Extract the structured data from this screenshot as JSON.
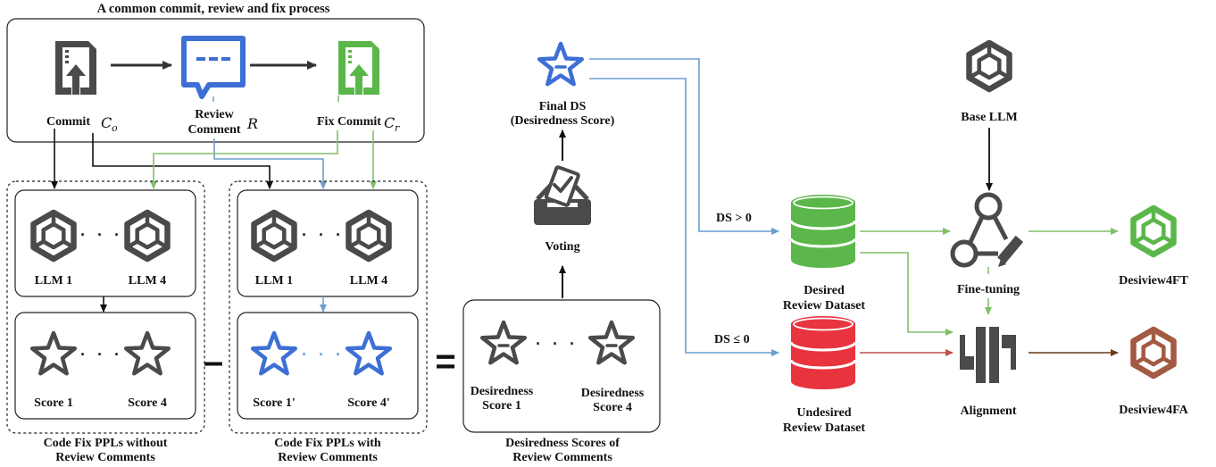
{
  "commit_process": {
    "title": "A common commit, review and fix process",
    "commit_label": "Commit",
    "commit_symbol": "C",
    "commit_sub": "o",
    "review_label_1": "Review",
    "review_label_2": "Comment",
    "review_symbol": "R",
    "fix_label": "Fix Commit",
    "fix_symbol": "C",
    "fix_sub": "r"
  },
  "ppl_without": {
    "llm_first": "LLM 1",
    "llm_last": "LLM 4",
    "score_first": "Score 1",
    "score_last": "Score 4",
    "caption_1": "Code Fix PPLs without",
    "caption_2": "Review Comments",
    "dots": "· · ·"
  },
  "ppl_with": {
    "llm_first": "LLM 1",
    "llm_last": "LLM 4",
    "score_first": "Score 1'",
    "score_last": "Score 4'",
    "caption_1": "Code Fix PPLs with",
    "caption_2": "Review Comments",
    "dots": "· · ·"
  },
  "operators": {
    "minus": "–",
    "equals": "="
  },
  "desiredness": {
    "score_first_1": "Desiredness",
    "score_first_2": "Score 1",
    "score_last_1": "Desiredness",
    "score_last_2": "Score 4",
    "caption_1": "Desiredness Scores of",
    "caption_2": "Review Comments",
    "dots": "· · ·"
  },
  "voting": {
    "label": "Voting"
  },
  "final_ds": {
    "label_1": "Final  DS",
    "label_2": "(Desiredness Score)"
  },
  "branches": {
    "positive": "DS > 0",
    "non_positive": "DS ≤ 0"
  },
  "datasets": {
    "desired_1": "Desired",
    "desired_2": "Review Dataset",
    "undesired_1": "Undesired",
    "undesired_2": "Review Dataset"
  },
  "training": {
    "base_llm": "Base LLM",
    "fine_tuning": "Fine-tuning",
    "alignment": "Alignment",
    "out_ft": "Desiview4FT",
    "out_fa": "Desiview4FA"
  },
  "icons": {
    "commit": "commit-upload-icon",
    "review": "chat-comment-icon",
    "fix": "fix-commit-upload-icon",
    "llm": "llm-cube-icon",
    "score": "star-icon",
    "desiredness": "desiredness-star-icon",
    "voting": "ballot-box-icon",
    "final": "final-star-icon",
    "dataset": "database-icon",
    "finetune": "finetune-graph-icon",
    "alignment": "alignment-icon"
  },
  "colors": {
    "dark": "#4a4a4a",
    "blue": "#3d6fd4",
    "blue_line": "#6a9ed0",
    "green": "#5bb74a",
    "green_line": "#82bf6a",
    "red": "#e8343f",
    "red_line": "#c05050",
    "brown": "#a35a42",
    "brown_line": "#6a3a18"
  }
}
